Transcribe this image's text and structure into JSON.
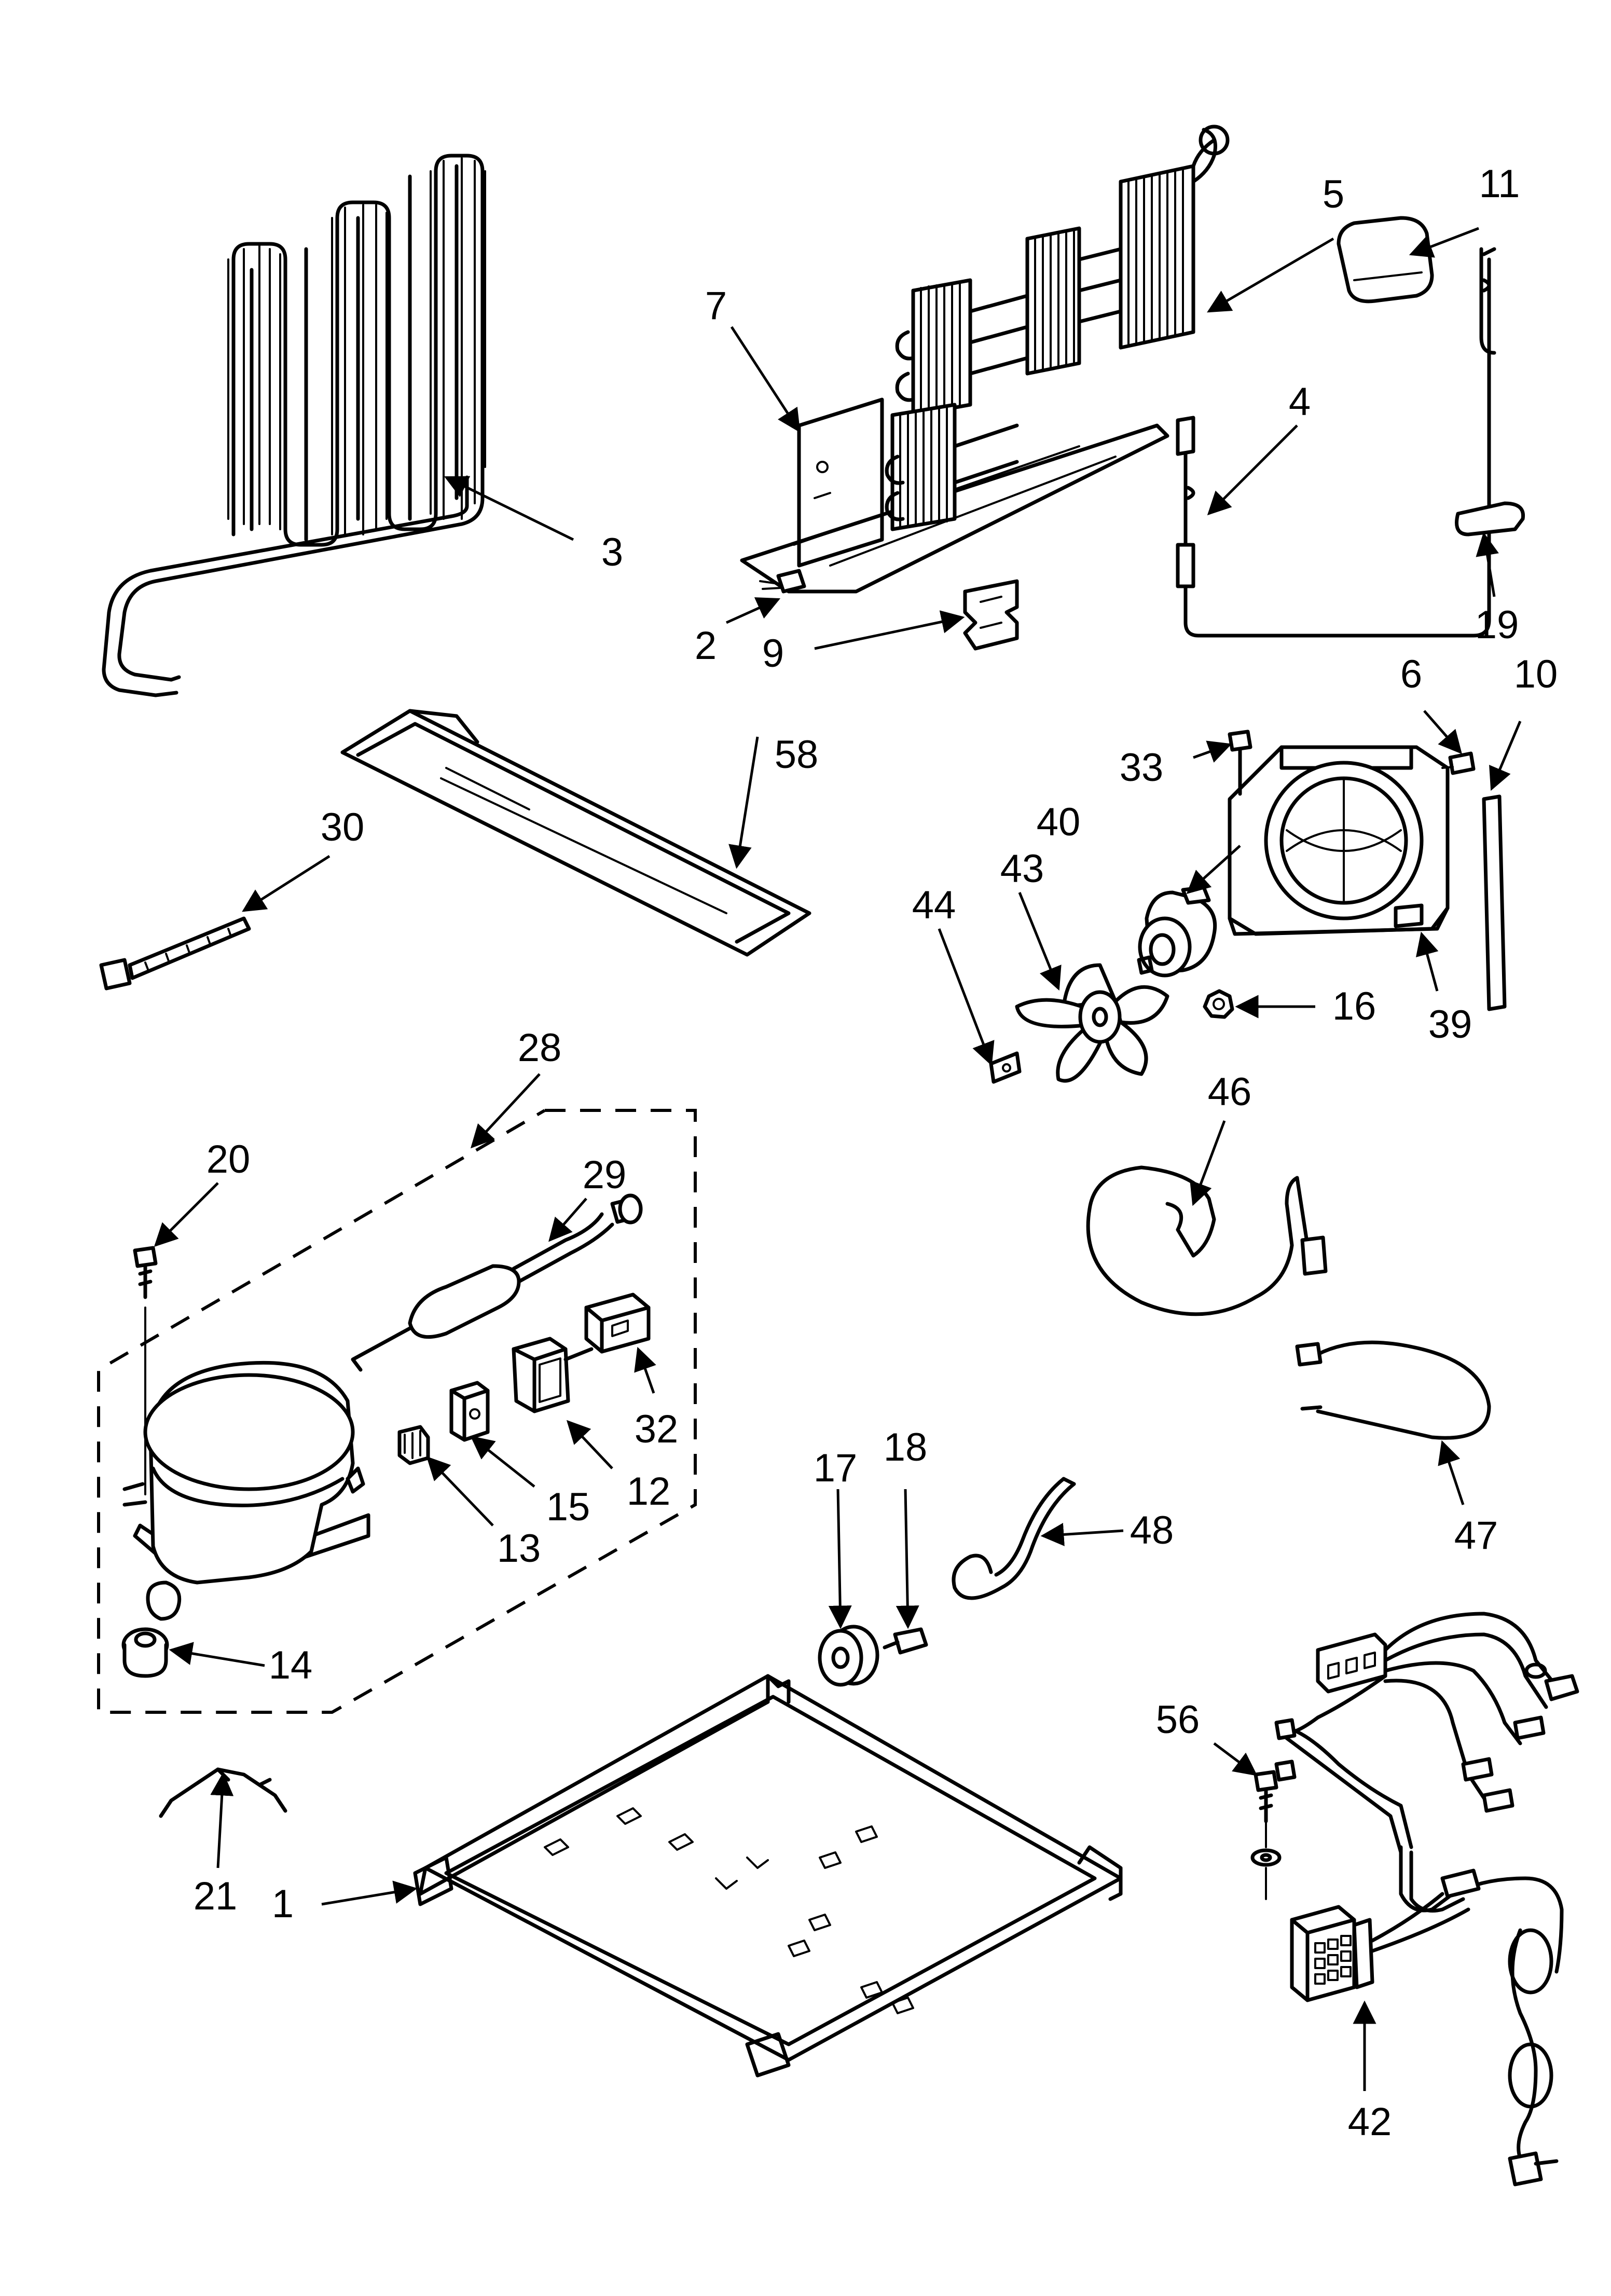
{
  "callouts": {
    "c1": "1",
    "c2": "2",
    "c3": "3",
    "c4": "4",
    "c5": "5",
    "c6": "6",
    "c7": "7",
    "c9": "9",
    "c10": "10",
    "c11": "11",
    "c12": "12",
    "c13": "13",
    "c14": "14",
    "c15": "15",
    "c16": "16",
    "c17": "17",
    "c18": "18",
    "c19": "19",
    "c20": "20",
    "c21": "21",
    "c28": "28",
    "c29": "29",
    "c30": "30",
    "c32": "32",
    "c33": "33",
    "c39": "39",
    "c40": "40",
    "c42": "42",
    "c43": "43",
    "c44": "44",
    "c46": "46",
    "c47": "47",
    "c48": "48",
    "c56": "56",
    "c58": "58"
  }
}
